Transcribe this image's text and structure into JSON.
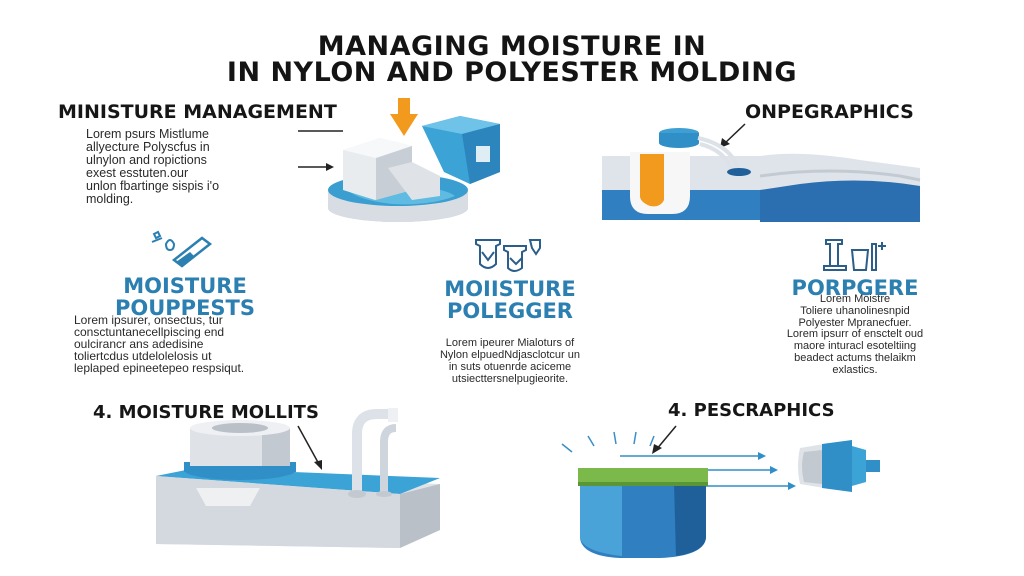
{
  "title": {
    "line1": "MANAGING MOISTURE IN",
    "line2": "IN NYLON AND POLYESTER MOLDING"
  },
  "sections": {
    "top_left": {
      "heading": "MINISTURE MANAGEMENT",
      "lines": [
        "Lorem psurs Mistlume",
        "allyecture Polyscfus in",
        "ulnylon and ropictions",
        "exest esstuten.our",
        "unlon fbartinge sispis i'o",
        "molding."
      ]
    },
    "top_right": {
      "heading": "ONPEGRAPHICS"
    },
    "mid_left": {
      "heading_line1": "MOISTURE",
      "heading_line2": "POUPPESTS",
      "lines": [
        "Lorem ipsurer, onsectus, tur",
        "consctuntanecellpiscing end",
        "oulcirancr ans adedisine",
        "toliertcdus utdelolelosis ut",
        "leplaped epineetepeo respsiqut."
      ]
    },
    "mid_center": {
      "heading_line1": "MOIISTURE",
      "heading_line2": "POLEGGER",
      "lines": [
        "Lorem ipeurer Mialoturs of",
        "Nylon elpuedNdjasclotcur un",
        "in suts otuenrde aciceme",
        "utsiecttersnelpugieorite."
      ]
    },
    "mid_right": {
      "heading": "PORPGERE",
      "lines_a": [
        "Lorem Moistre",
        "Toliere uhanolinesnpid",
        "Polyester Mpranecfuer."
      ],
      "lines_b": [
        "Lorem ipsurr of ensctelt oud",
        "maore inturacl esoteltiing",
        "beadect actums thelaikm",
        "exlastics."
      ]
    },
    "bottom_left": {
      "heading": "4. MOISTURE MOLLITS"
    },
    "bottom_right": {
      "heading": "4. PESCRAPHICS"
    }
  },
  "icons": {
    "top_arrow": "orange-down-arrow-icon",
    "mid_left_icon": "test-tube-drop-icon",
    "mid_center_icon": "moisture-cups-icon",
    "mid_right_icon": "lab-beaker-icon"
  },
  "colors": {
    "blue": "#2f8fc6",
    "light_blue": "#4fb3d9",
    "dark_blue": "#1f5f9a",
    "gray": "#d9dde3",
    "orange": "#f29a1e",
    "green": "#7bb94a",
    "heading_blue": "#2b7fb1"
  }
}
